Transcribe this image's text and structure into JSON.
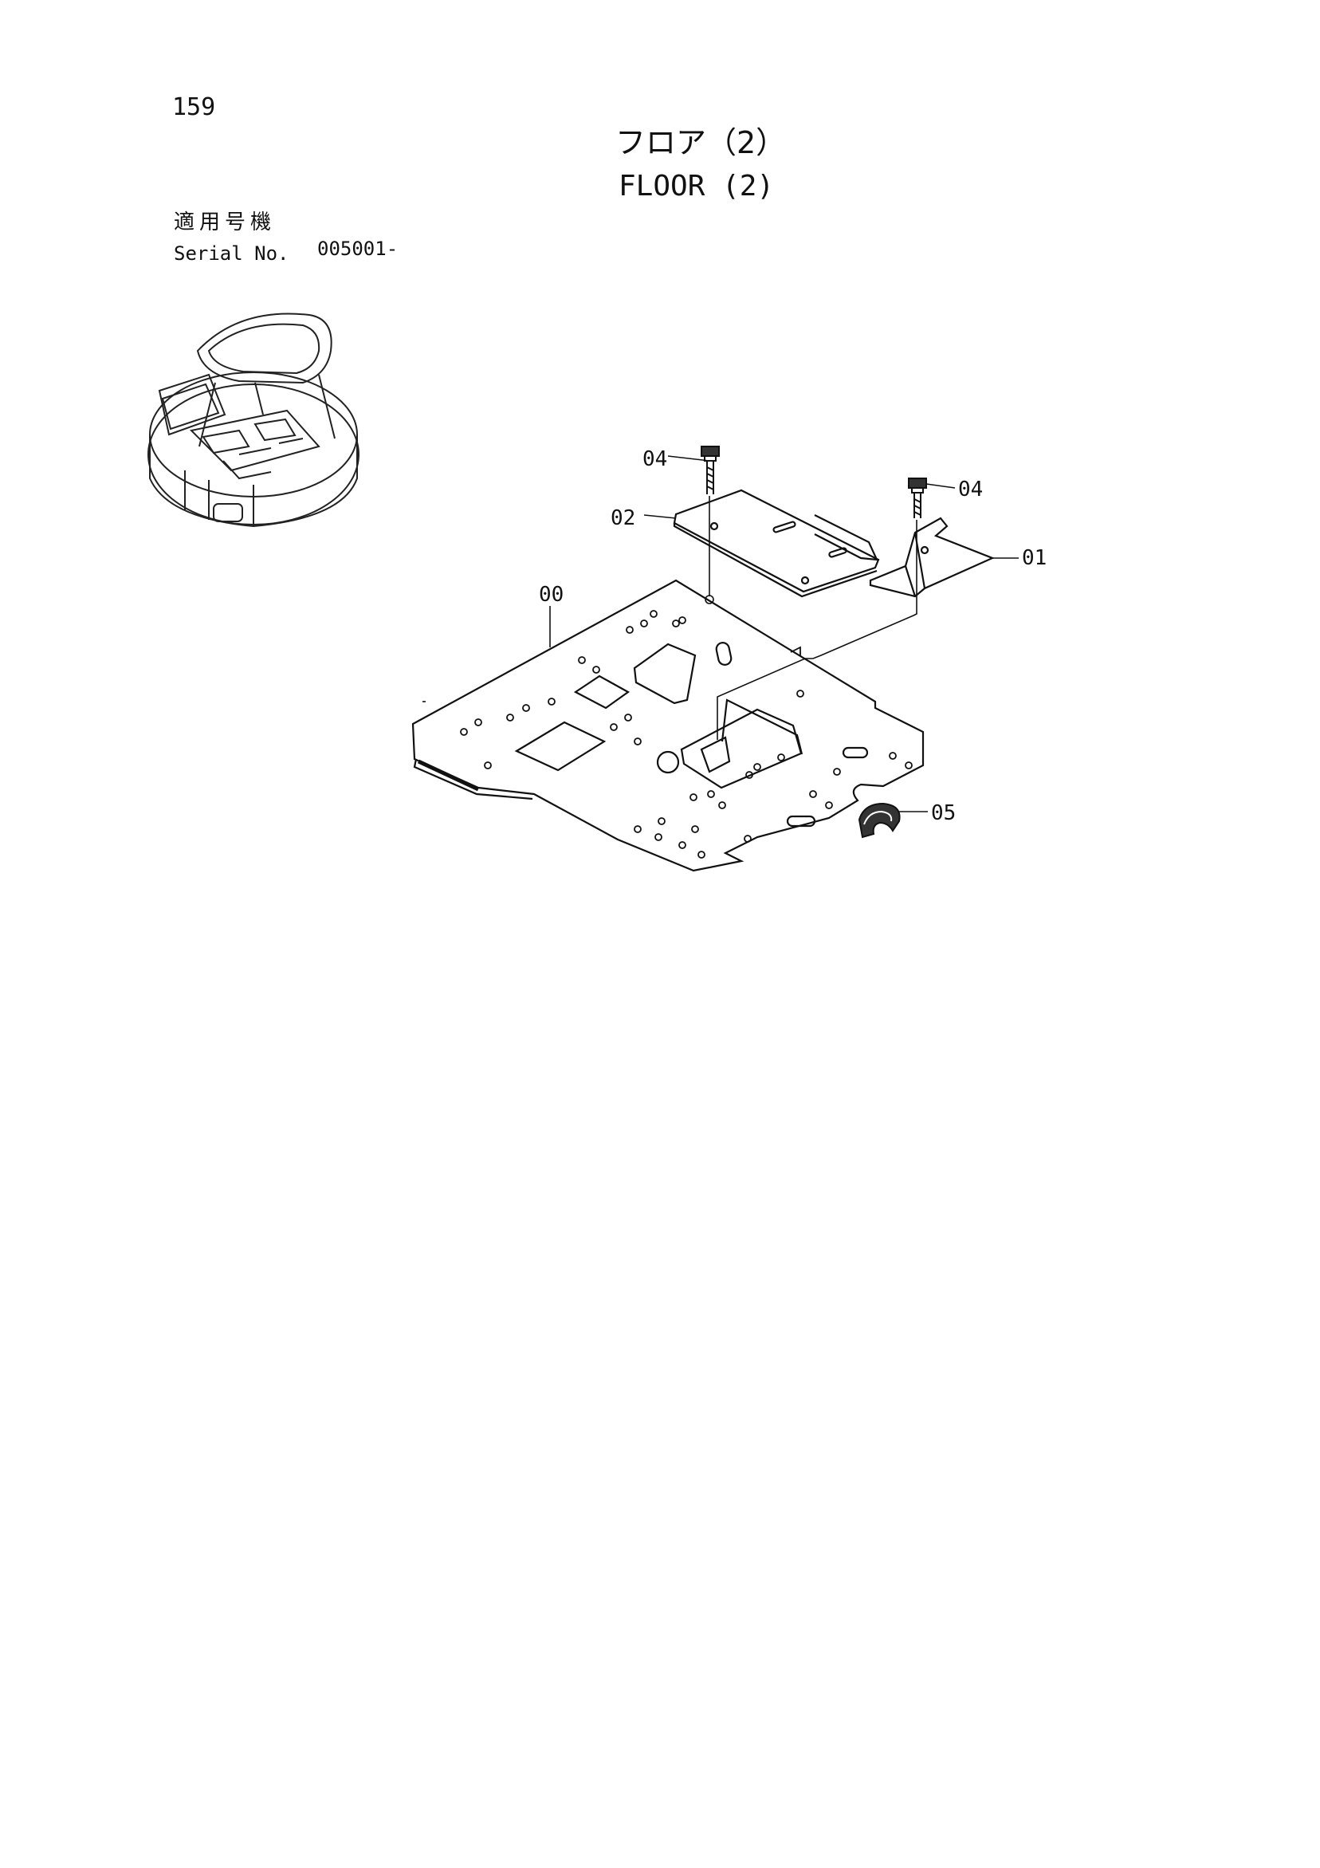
{
  "page_number": "159",
  "title_jp": "フロア（2）",
  "title_en": "FLOOR (2)",
  "serial_label_jp": "適用号機",
  "serial_label_en": "Serial No.",
  "serial_range": "005001-",
  "callouts": {
    "c00": "00",
    "c01": "01",
    "c02": "02",
    "c04a": "04",
    "c04b": "04",
    "c05": "05"
  }
}
